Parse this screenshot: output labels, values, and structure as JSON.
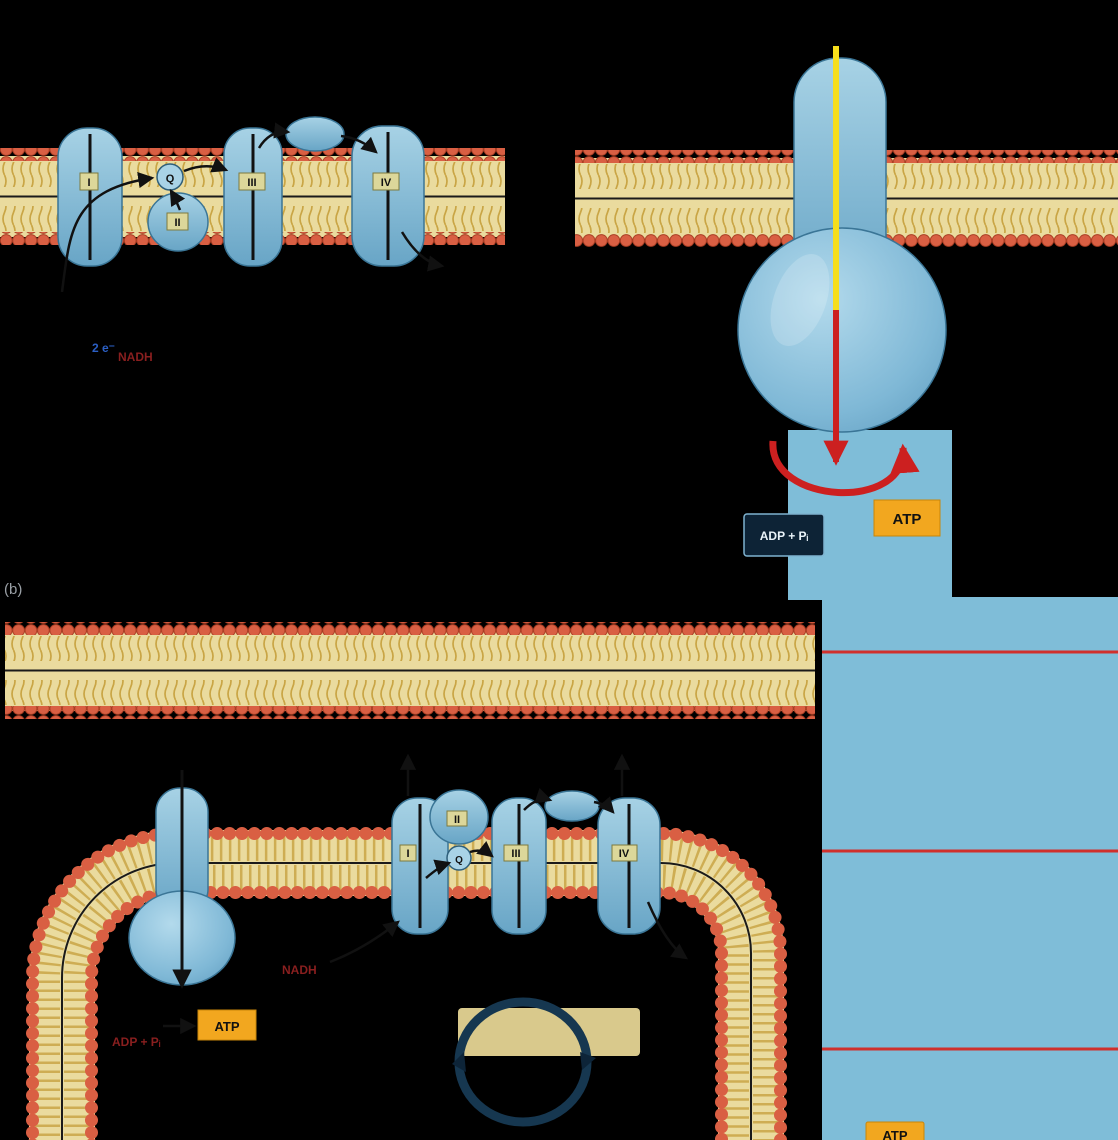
{
  "figure": {
    "panel_b_letter": "(b)"
  },
  "etc_panel": {
    "complex_i_label": "I",
    "ubiquinone_label": "Q",
    "complex_ii_label": "II",
    "complex_iii_label": "III",
    "complex_iv_label": "IV",
    "electron_label": "2 e⁻",
    "nadh_label": "NADH"
  },
  "chemiosmosis_panel": {
    "atp_label": "ATP",
    "adp_pi_label": "ADP + Pᵢ"
  },
  "oxphos_panel": {
    "complex_i_label": "I",
    "complex_ii_label": "II",
    "ubiquinone_label": "Q",
    "complex_iii_label": "III",
    "complex_iv_label": "IV",
    "nadh_label": "NADH",
    "adp_pi_label": "ADP + Pᵢ",
    "atp_label": "ATP",
    "atp_label_right": "ATP"
  },
  "colors": {
    "background": "#000000",
    "membrane_head": "#d95f43",
    "membrane_tail_bg": "#eadb9e",
    "membrane_tail_line": "#c9a545",
    "protein_blue": "#7db8d6",
    "matrix_blue": "#7fbdd8",
    "atp_box_orange": "#f2a71f",
    "red_accent": "#cc2020",
    "yellow_arrow": "#f6de1c",
    "cycle_navy": "#163750",
    "maroon_text": "#8a1f1f",
    "blue_text": "#2b5fc4"
  }
}
